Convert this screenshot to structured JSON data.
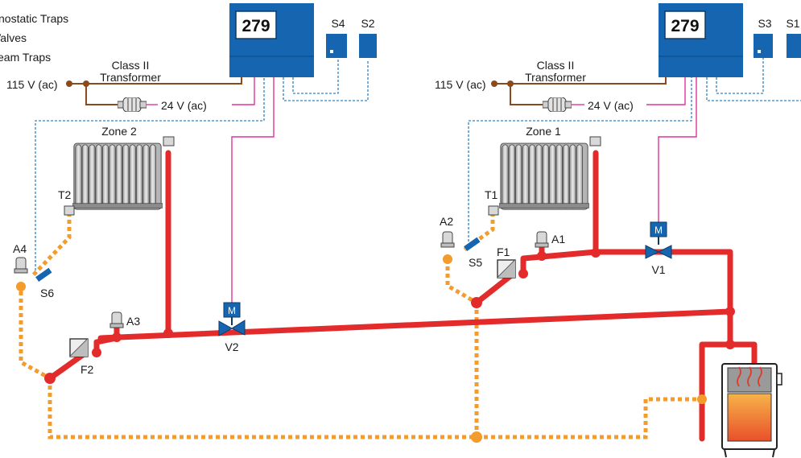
{
  "legend": {
    "line1": "nostatic Traps",
    "line2": "Valves",
    "line3": "eam Traps"
  },
  "left_system": {
    "controller_display": "279",
    "sensor_a": "S4",
    "sensor_b": "S2",
    "supply_voltage": "115 V (ac)",
    "transformer_line1": "Class II",
    "transformer_line2": "Transformer",
    "low_voltage": "24 V (ac)",
    "zone": "Zone 2",
    "trap": "T2",
    "air_vent_top": "A3",
    "air_vent_side": "A4",
    "sensor_pipe": "S6",
    "filter": "F2",
    "valve": "V2",
    "motor": "M"
  },
  "right_system": {
    "controller_display": "279",
    "sensor_a": "S3",
    "sensor_b": "S1",
    "supply_voltage": "115 V (ac)",
    "transformer_line1": "Class II",
    "transformer_line2": "Transformer",
    "low_voltage": "24 V (ac)",
    "zone": "Zone 1",
    "trap": "T1",
    "air_vent_top": "A1",
    "air_vent_side": "A2",
    "sensor_pipe": "S5",
    "filter": "F1",
    "valve": "V1",
    "motor": "M"
  },
  "colors": {
    "steam_pipe": "#e32b2b",
    "condensate": "#f39b2b",
    "controller": "#1565b0",
    "signal_wire": "#e0359a",
    "sensor_wire": "#2f86c8",
    "power_wire": "#8a4a1c"
  }
}
